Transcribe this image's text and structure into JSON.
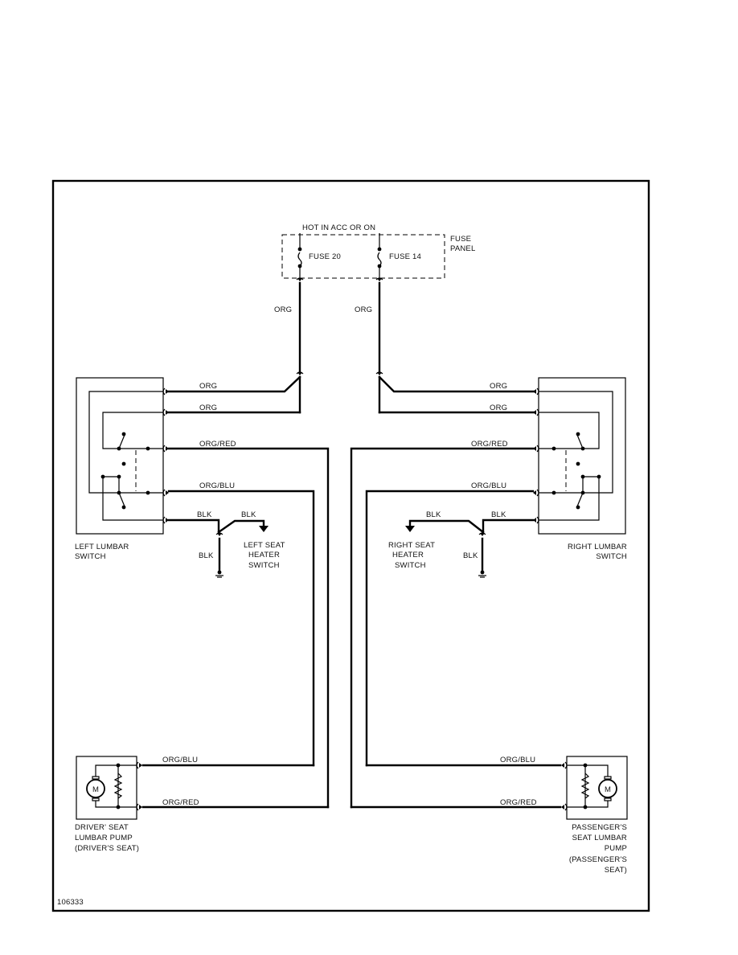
{
  "labels": {
    "hot": "HOT IN ACC OR ON",
    "fuse_panel_1": "FUSE",
    "fuse_panel_2": "PANEL",
    "fuse20": "FUSE 20",
    "fuse14": "FUSE 14",
    "org": "ORG",
    "org_red": "ORG/RED",
    "org_blu": "ORG/BLU",
    "blk": "BLK",
    "left_switch_1": "LEFT LUMBAR",
    "left_switch_2": "SWITCH",
    "right_switch_1": "RIGHT LUMBAR",
    "right_switch_2": "SWITCH",
    "left_heater_1": "LEFT SEAT",
    "left_heater_2": "HEATER",
    "left_heater_3": "SWITCH",
    "right_heater_1": "RIGHT SEAT",
    "right_heater_2": "HEATER",
    "right_heater_3": "SWITCH",
    "driver_pump_1": "DRIVER' SEAT",
    "driver_pump_2": "LUMBAR PUMP",
    "driver_pump_3": "(DRIVER'S SEAT)",
    "pass_pump_1": "PASSENGER'S",
    "pass_pump_2": "SEAT LUMBAR",
    "pass_pump_3": "PUMP",
    "pass_pump_4": "(PASSENGER'S",
    "pass_pump_5": "SEAT)",
    "motor": "M",
    "figure_id": "106333"
  }
}
